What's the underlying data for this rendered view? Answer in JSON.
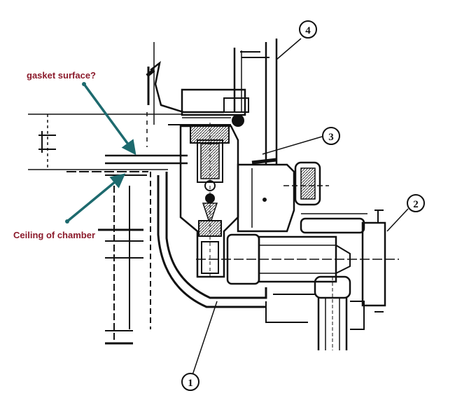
{
  "annotations": {
    "gasket": {
      "text": "gasket surface?"
    },
    "ceiling": {
      "text": "Ceiling of chamber"
    },
    "color": "#8b1a2b",
    "arrow_color": "#1d6a6e"
  },
  "callouts": [
    {
      "label": "1"
    },
    {
      "label": "2"
    },
    {
      "label": "3"
    },
    {
      "label": "4"
    }
  ],
  "colors": {
    "ink": "#111111",
    "background": "#ffffff"
  }
}
